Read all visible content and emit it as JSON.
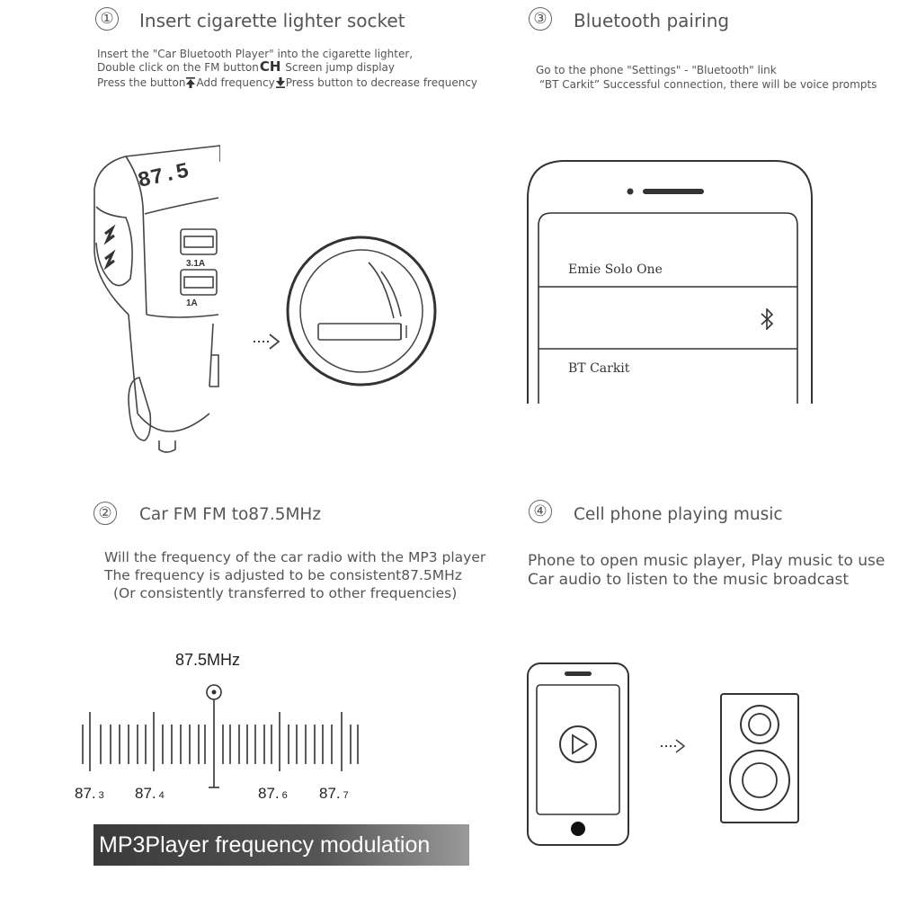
{
  "step1": {
    "number": "①",
    "title": "Insert cigarette lighter socket",
    "line1": "Insert the \"Car Bluetooth Player\" into the cigarette lighter,",
    "line2_pre": "Double click on the FM button",
    "line2_glyph": "CH",
    "line2_post": " Screen jump display",
    "line3_pre": "Press the button",
    "line3_mid": "Add frequency",
    "line3_post": "Press button to decrease frequency",
    "display_text": "87.5",
    "port1_label": "3.1A",
    "port2_label": "1A"
  },
  "step2": {
    "number": "②",
    "title": "Car FM FM to87.5MHz",
    "line1": "Will the frequency of the car radio with the MP3 player",
    "line2": "The frequency is adjusted to be consistent87.5MHz",
    "line3": "(Or consistently transferred to other frequencies)",
    "freq_label": "87.5MHz",
    "tick_labels": [
      {
        "main": "87.",
        "sub": "3"
      },
      {
        "main": "87.",
        "sub": "4"
      },
      {
        "main": "87.",
        "sub": "6"
      },
      {
        "main": "87.",
        "sub": "7"
      }
    ],
    "banner": "MP3Player frequency modulation"
  },
  "step3": {
    "number": "③",
    "title": "Bluetooth pairing",
    "line1": "Go to the phone \"Settings\" - \"Bluetooth\" link",
    "line2": "“BT Carkit” Successful connection, there will be voice prompts",
    "device1": "Emie Solo One",
    "device2": "BT Carkit"
  },
  "step4": {
    "number": "④",
    "title": "Cell phone playing music",
    "line1": "Phone to open music player,  Play music to use",
    "line2": "Car audio to listen to the music broadcast"
  },
  "icons": [
    "arrow-right-icon",
    "bluetooth-icon",
    "play-icon",
    "speaker-icon",
    "cigarette-icon",
    "target-icon"
  ]
}
